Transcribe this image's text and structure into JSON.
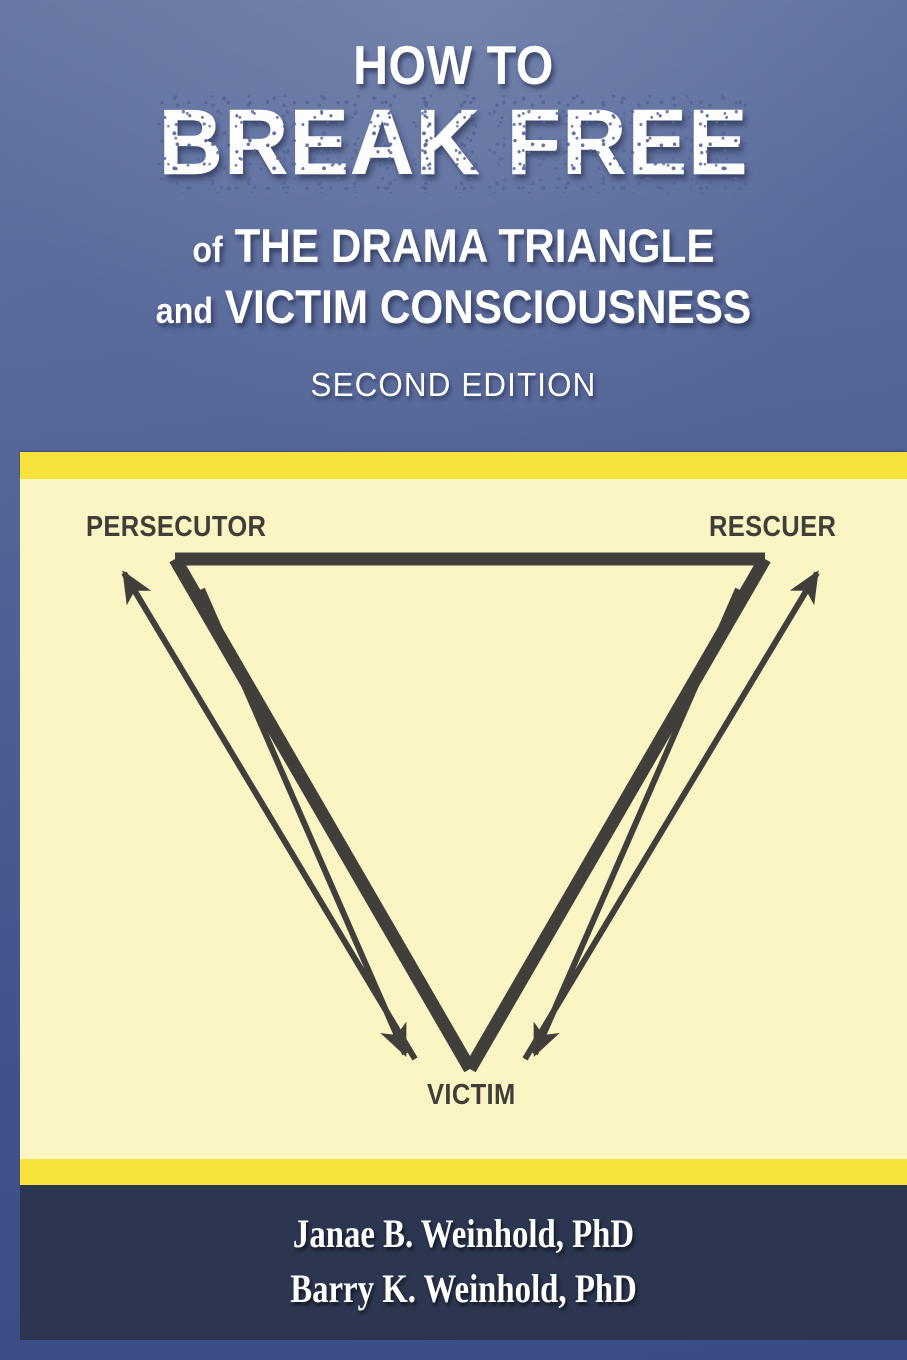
{
  "cover": {
    "title": {
      "line1": "HOW TO",
      "line2": "BREAK FREE",
      "line3_small": "of",
      "line3": "THE DRAMA TRIANGLE",
      "line4_small": "and",
      "line4": "VICTIM CONSCIOUSNESS",
      "edition": "SECOND EDITION"
    },
    "authors": [
      "Janae B. Weinhold, PhD",
      "Barry K. Weinhold, PhD"
    ],
    "colors": {
      "background_blue_top": "#6b7ba6",
      "background_blue_bottom": "#3a4c86",
      "accent_yellow": "#f7e23c",
      "panel_cream": "#faf5c3",
      "author_panel_navy": "#2c3650",
      "title_white": "#ffffff",
      "diagram_dark": "#3f3e39"
    }
  },
  "diagram": {
    "type": "drama-triangle",
    "nodes": [
      {
        "id": "persecutor",
        "label": "PERSECUTOR",
        "position": "top-left"
      },
      {
        "id": "rescuer",
        "label": "RESCUER",
        "position": "top-right"
      },
      {
        "id": "victim",
        "label": "VICTIM",
        "position": "bottom-center"
      }
    ],
    "edges": [
      {
        "from": "persecutor",
        "to": "rescuer",
        "style": "thick-line"
      },
      {
        "from": "rescuer",
        "to": "victim",
        "style": "thick-line"
      },
      {
        "from": "victim",
        "to": "persecutor",
        "style": "thick-line"
      }
    ],
    "arrows": [
      {
        "id": "victim-to-persecutor",
        "direction": "up-left",
        "from": "victim",
        "to": "persecutor"
      },
      {
        "id": "victim-to-rescuer",
        "direction": "up-right",
        "from": "victim",
        "to": "rescuer"
      },
      {
        "id": "persecutor-to-victim",
        "direction": "down-right",
        "from": "persecutor",
        "to": "victim"
      },
      {
        "id": "rescuer-to-victim",
        "direction": "down-left",
        "from": "rescuer",
        "to": "victim"
      }
    ]
  }
}
